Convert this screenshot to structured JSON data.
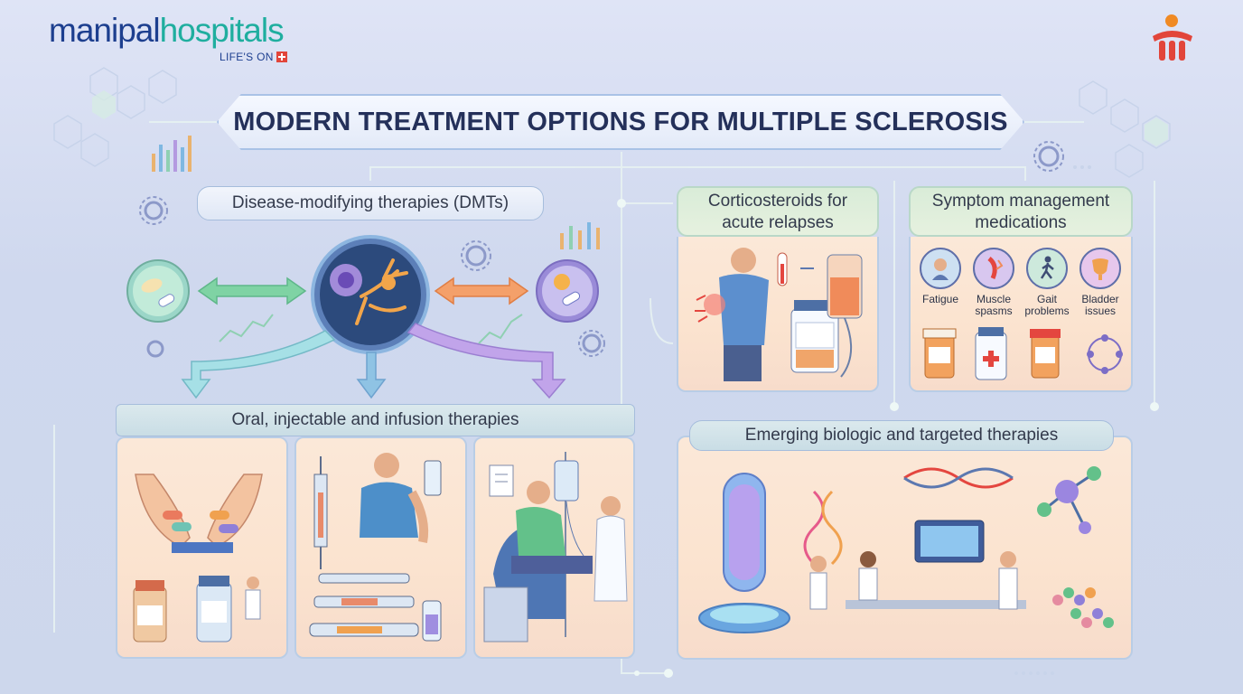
{
  "brand": {
    "name_part1": "manipal",
    "name_part2": "hospitals",
    "tagline": "LIFE'S ON"
  },
  "title": "MODERN TREATMENT OPTIONS FOR MULTIPLE SCLEROSIS",
  "sections": {
    "dmt": {
      "label": "Disease-modifying therapies (DMTs)"
    },
    "delivery": {
      "label": "Oral, injectable and infusion therapies"
    },
    "corticosteroids": {
      "label_line1": "Corticosteroids for",
      "label_line2": "acute relapses"
    },
    "symptom": {
      "label_line1": "Symptom management",
      "label_line2": "medications",
      "items": [
        {
          "line1": "Fatigue",
          "line2": ""
        },
        {
          "line1": "Muscle",
          "line2": "spasms"
        },
        {
          "line1": "Gait",
          "line2": "problems"
        },
        {
          "line1": "Bladder",
          "line2": "issues"
        }
      ]
    },
    "emerging": {
      "label": "Emerging biologic and targeted therapies"
    }
  },
  "colors": {
    "brand_blue": "#1d3f8f",
    "brand_teal": "#1fae9f",
    "title_text": "#24305a",
    "panel_peach": "#fbe3cf",
    "arrow_green": "#7fd3a4",
    "arrow_orange": "#f4a06a",
    "arrow_purple": "#b58be0"
  }
}
